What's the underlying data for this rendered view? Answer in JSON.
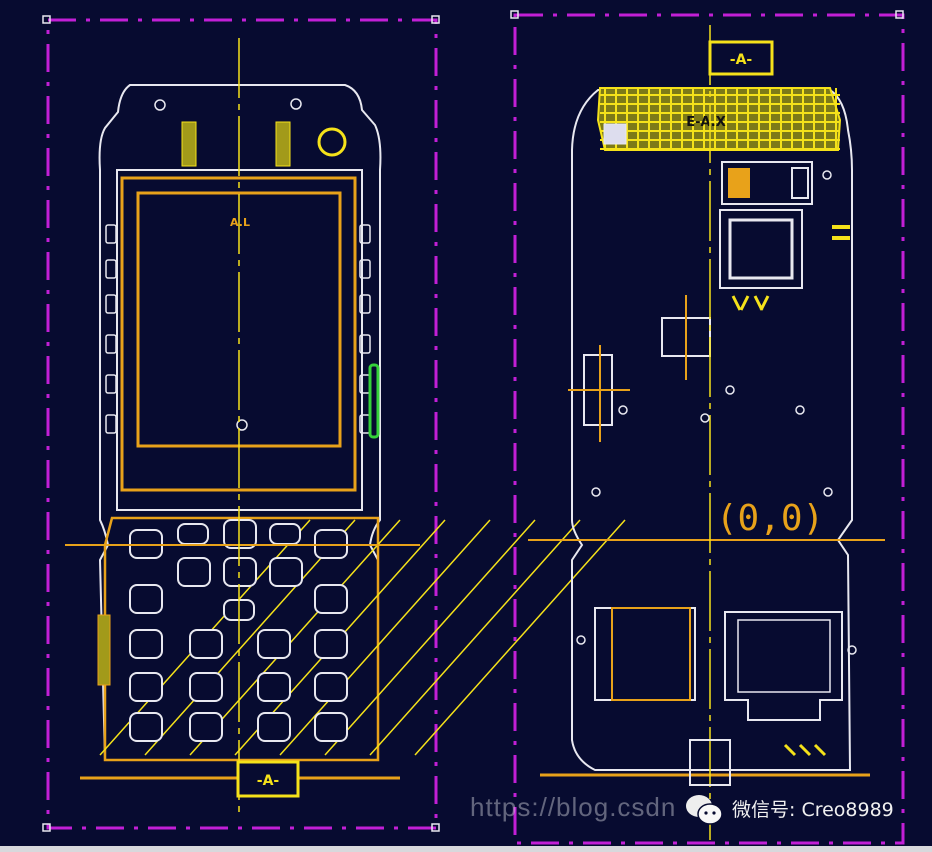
{
  "drawing": {
    "left_view": {
      "datum_label": "-A-",
      "screen_mark": "A.L"
    },
    "right_view": {
      "datum_label": "-A-",
      "origin_label": "(0,0)",
      "top_mark": "E-A.X"
    }
  },
  "watermark": {
    "url": "https://blog.csdn",
    "account": "微信号: Creo8989",
    "icon": "wechat-icon"
  },
  "colors": {
    "background": "#070b30",
    "outline": "#e8e8f0",
    "yellow": "#f5e21a",
    "orange": "#e8a21a",
    "magenta": "#c21fd6",
    "green": "#35d13a"
  }
}
